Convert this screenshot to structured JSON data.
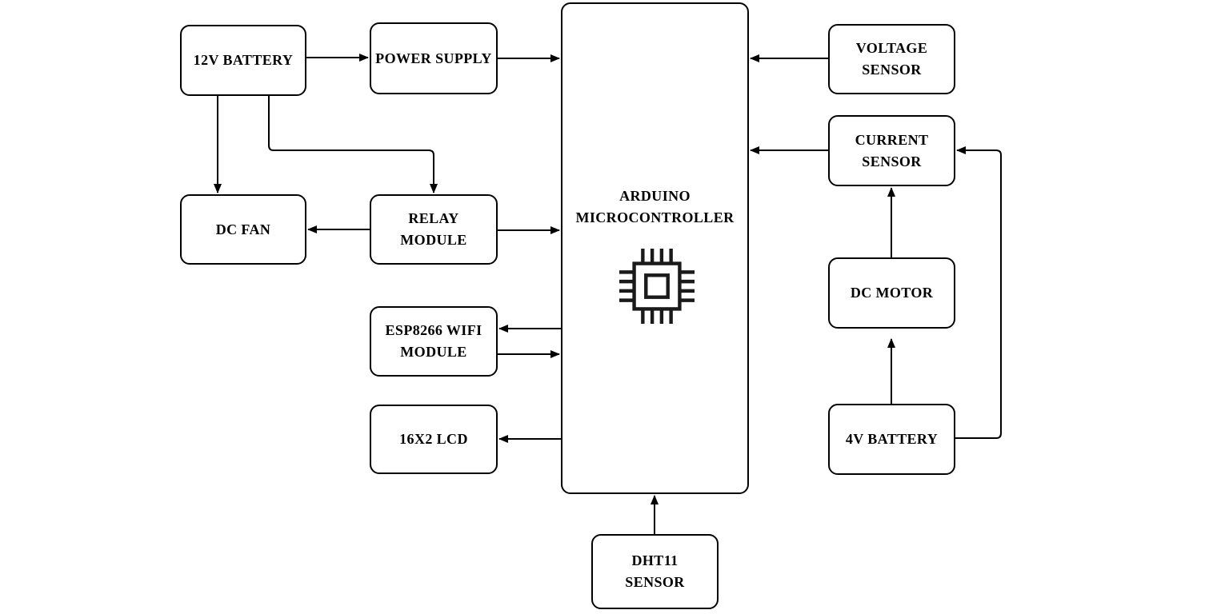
{
  "diagram": {
    "type": "block-diagram",
    "colors": {
      "background": "#ffffff",
      "line": "#000000",
      "box_border": "#000000",
      "text": "#000000"
    },
    "nodes": {
      "battery_12v": {
        "label": "12V BATTERY"
      },
      "power_supply": {
        "label": "POWER SUPPLY"
      },
      "dc_fan": {
        "label": "DC FAN"
      },
      "relay_module": {
        "label": "RELAY\nMODULE"
      },
      "esp8266": {
        "label": "ESP8266 WIFI\nMODULE"
      },
      "lcd": {
        "label": "16X2 LCD"
      },
      "arduino": {
        "label": "ARDUINO\nMICROCONTROLLER"
      },
      "dht11": {
        "label": "DHT11\nSENSOR"
      },
      "voltage_sensor": {
        "label": "VOLTAGE\nSENSOR"
      },
      "current_sensor": {
        "label": "CURRENT\nSENSOR"
      },
      "dc_motor": {
        "label": "DC MOTOR"
      },
      "battery_4v": {
        "label": "4V BATTERY"
      }
    },
    "icons": {
      "arduino_chip": "microcontroller-chip-icon"
    },
    "edges": [
      {
        "from": "12V BATTERY",
        "to": "POWER SUPPLY"
      },
      {
        "from": "POWER SUPPLY",
        "to": "ARDUINO MICROCONTROLLER"
      },
      {
        "from": "12V BATTERY",
        "to": "DC FAN"
      },
      {
        "from": "12V BATTERY",
        "to": "RELAY MODULE"
      },
      {
        "from": "RELAY MODULE",
        "to": "DC FAN"
      },
      {
        "from": "RELAY MODULE",
        "to": "ARDUINO MICROCONTROLLER"
      },
      {
        "from": "ARDUINO MICROCONTROLLER",
        "to": "ESP8266 WIFI MODULE"
      },
      {
        "from": "ESP8266 WIFI MODULE",
        "to": "ARDUINO MICROCONTROLLER"
      },
      {
        "from": "ARDUINO MICROCONTROLLER",
        "to": "16X2 LCD"
      },
      {
        "from": "DHT11 SENSOR",
        "to": "ARDUINO MICROCONTROLLER"
      },
      {
        "from": "VOLTAGE SENSOR",
        "to": "ARDUINO MICROCONTROLLER"
      },
      {
        "from": "CURRENT SENSOR",
        "to": "ARDUINO MICROCONTROLLER"
      },
      {
        "from": "DC MOTOR",
        "to": "CURRENT SENSOR"
      },
      {
        "from": "4V BATTERY",
        "to": "DC MOTOR"
      },
      {
        "from": "4V BATTERY",
        "to": "CURRENT SENSOR"
      }
    ]
  }
}
